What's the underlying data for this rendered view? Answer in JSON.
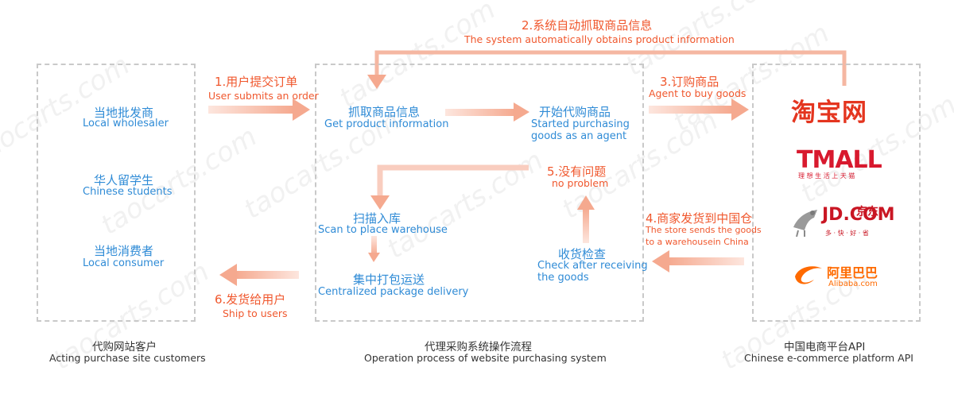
{
  "watermark": "taocarts.com",
  "left_box": {
    "items": [
      {
        "cn": "当地批发商",
        "en": "Local wholesaler"
      },
      {
        "cn": "华人留学生",
        "en": "Chinese students"
      },
      {
        "cn": "当地消费者",
        "en": "Local consumer"
      }
    ],
    "caption_cn": "代购网站客户",
    "caption_en": "Acting purchase site customers"
  },
  "middle_box": {
    "grab": {
      "cn": "抓取商品信息",
      "en": "Get product information"
    },
    "start": {
      "cn": "开始代购商品",
      "en1": "Started purchasing",
      "en2": "goods as an agent"
    },
    "ok": {
      "cn": "5.没有问题",
      "en": "no problem"
    },
    "scan": {
      "cn": "扫描入库",
      "en": "Scan to place warehouse"
    },
    "receive": {
      "cn": "收货检查",
      "en1": "Check after receiving",
      "en2": "the goods"
    },
    "pack": {
      "cn": "集中打包运送",
      "en": "Centralized package delivery"
    },
    "caption_cn": "代理采购系统操作流程",
    "caption_en": "Operation process of website purchasing system"
  },
  "right_box": {
    "logos": {
      "taobao": "淘宝网",
      "tmall": "TMALL",
      "tmall_sub": "理 想 生 活 上 天 猫",
      "jd_cn": "京东",
      "jd_en": "JD.COM",
      "jd_sub": "多 · 快 · 好 · 省",
      "alibaba_cn": "阿里巴巴",
      "alibaba_en": "Alibaba.com"
    },
    "caption_cn": "中国电商平台API",
    "caption_en": "Chinese e-commerce platform API"
  },
  "steps": {
    "s1": {
      "cn": "1.用户提交订单",
      "en": "User submits an order"
    },
    "s2": {
      "cn": "2.系统自动抓取商品信息",
      "en": "The system automatically obtains product information"
    },
    "s3": {
      "cn": "3.订购商品",
      "en": "Agent to buy goods"
    },
    "s4": {
      "cn": "4.商家发货到中国仓",
      "en1": "The store sends the goods",
      "en2": "to a warehousein China"
    },
    "s6": {
      "cn": "6.发货给用户",
      "en": "Ship to users"
    }
  },
  "colors": {
    "arrow": "#f7c4b4",
    "red": "#f0582e",
    "blue": "#2f8bd6",
    "taobao": "#e4351f"
  }
}
